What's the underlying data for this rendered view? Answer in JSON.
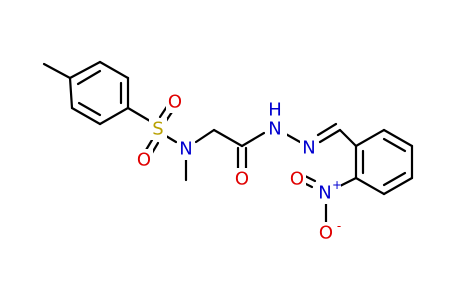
{
  "molecule": {
    "atoms": {
      "sulfur": "S",
      "sulfonyl_oxygen_1": "O",
      "sulfonyl_oxygen_2": "O",
      "sulfonamide_nitrogen": "N",
      "carbonyl_oxygen": "O",
      "hydrazide_nh_n": "N",
      "hydrazide_nh_h": "H",
      "imine_nitrogen": "N",
      "nitro_nitrogen": "N",
      "nitro_plus": "+",
      "nitro_oxygen_double": "O",
      "nitro_oxygen_single": "O",
      "nitro_minus": "-"
    },
    "colors": {
      "bond": "#000000",
      "oxygen": "#e00000",
      "nitrogen": "#0000d0",
      "sulfur": "#b8a000",
      "background": "#ffffff"
    }
  }
}
